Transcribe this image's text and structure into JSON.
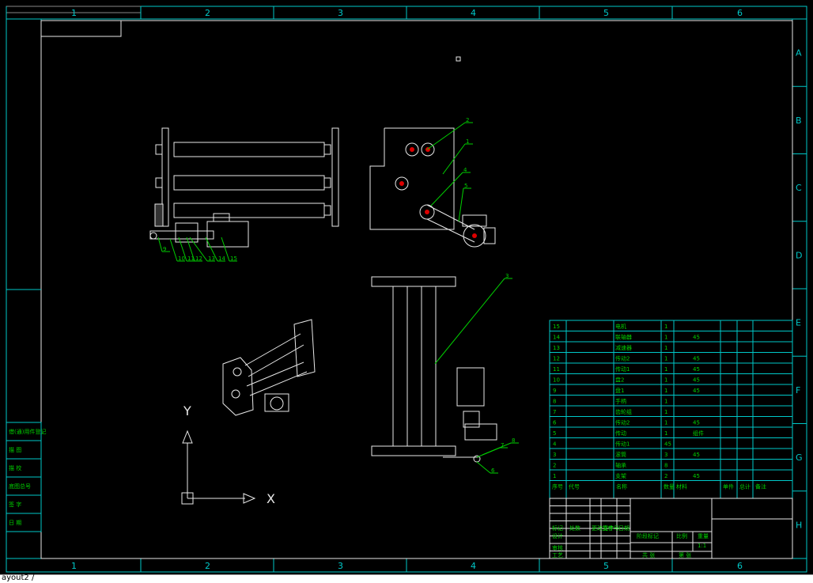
{
  "ruler": {
    "columns": [
      "1",
      "2",
      "3",
      "4",
      "5",
      "6"
    ],
    "rows": [
      "A",
      "B",
      "C",
      "D",
      "E",
      "F",
      "G",
      "H"
    ]
  },
  "axes_icon": {
    "x_label": "X",
    "y_label": "Y"
  },
  "leader_labels_side": [
    "9",
    "10",
    "11",
    "12",
    "13",
    "14",
    "15"
  ],
  "leader_labels_front": [
    "1",
    "2",
    "4",
    "5"
  ],
  "leader_labels_bottom": [
    "3",
    "6",
    "7",
    "8"
  ],
  "bom": {
    "rows": [
      {
        "no": "15",
        "name": "电机",
        "qty": "1",
        "mat": ""
      },
      {
        "no": "14",
        "name": "联轴器",
        "qty": "1",
        "mat": "45"
      },
      {
        "no": "13",
        "name": "减速器",
        "qty": "1",
        "mat": ""
      },
      {
        "no": "12",
        "name": "传动2",
        "qty": "1",
        "mat": "45"
      },
      {
        "no": "11",
        "name": "传动1",
        "qty": "1",
        "mat": "45"
      },
      {
        "no": "10",
        "name": "盘2",
        "qty": "1",
        "mat": "45"
      },
      {
        "no": "9",
        "name": "盘1",
        "qty": "1",
        "mat": "45"
      },
      {
        "no": "8",
        "name": "手柄",
        "qty": "1",
        "mat": ""
      },
      {
        "no": "7",
        "name": "齿轮组",
        "qty": "1",
        "mat": ""
      },
      {
        "no": "6",
        "name": "传动2",
        "qty": "1",
        "mat": "45"
      },
      {
        "no": "5",
        "name": "传动",
        "qty": "1",
        "mat": "组件"
      },
      {
        "no": "4",
        "name": "传动1",
        "qty": "45",
        "mat": ""
      },
      {
        "no": "3",
        "name": "滚筒",
        "qty": "3",
        "mat": "45"
      },
      {
        "no": "2",
        "name": "轴承",
        "qty": "8",
        "mat": ""
      },
      {
        "no": "1",
        "name": "支架",
        "qty": "2",
        "mat": "45"
      }
    ],
    "header": [
      "序号",
      "代号",
      "名称",
      "数量",
      "材料",
      "单件",
      "总计",
      "备注"
    ],
    "title_block": [
      "标记",
      "处数",
      "更改文件号",
      "签字",
      "日期",
      "设计",
      "审核",
      "工艺",
      "比例",
      "1:1",
      "阶段标记",
      "重量",
      "共 张",
      "第 张"
    ]
  },
  "left_strip": [
    "借(通)用件登记",
    "描 图",
    "描 校",
    "底图总号",
    "签 字",
    "日 期"
  ],
  "layout_tab": "ayout2 /"
}
